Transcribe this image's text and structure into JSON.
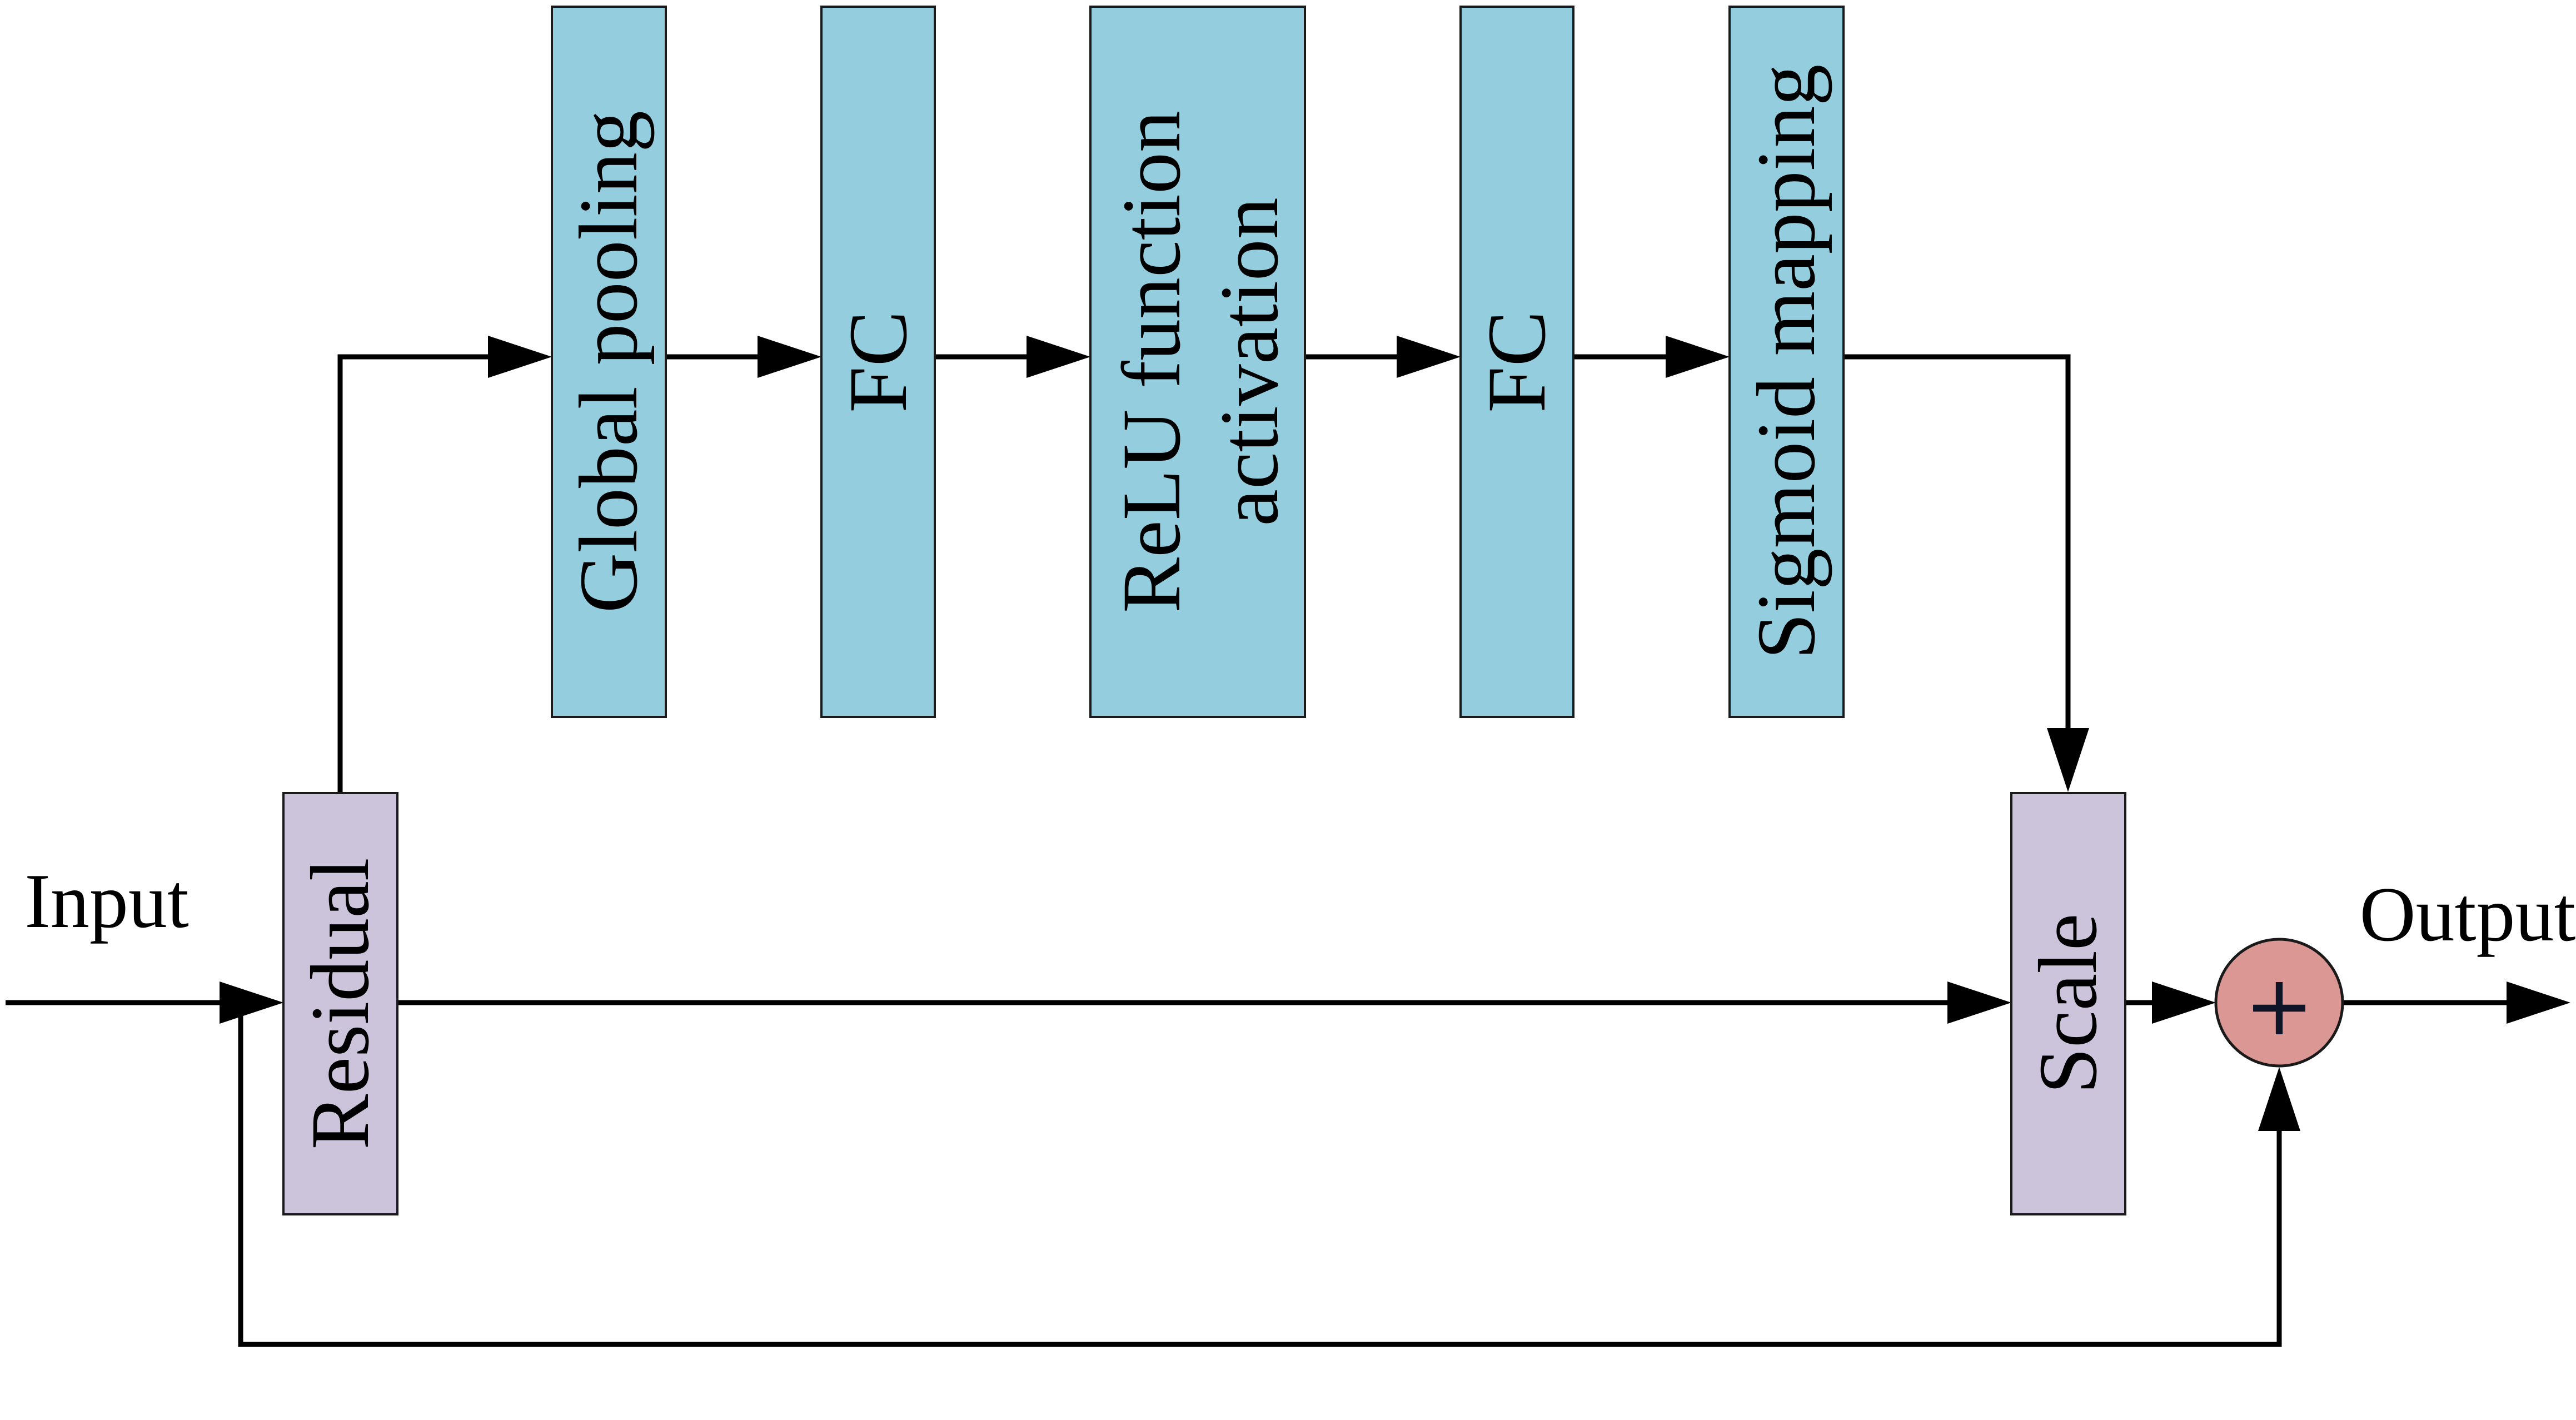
{
  "diagram": {
    "title_semantic": "squeeze-and-excitation residual block",
    "input_label": "Input",
    "output_label": "Output",
    "sum_symbol": "+",
    "colors": {
      "process_box_fill": "#94CEDE",
      "feature_box_fill": "#CCC4DB",
      "sum_node_fill": "#DB9793",
      "line_color": "#000000"
    },
    "top_boxes": [
      {
        "label": "Global pooling"
      },
      {
        "label": "FC"
      },
      {
        "label": "ReLU function",
        "label2": "activation"
      },
      {
        "label": "FC"
      },
      {
        "label": "Sigmoid mapping"
      }
    ],
    "bottom_boxes": [
      {
        "label": "Residual"
      },
      {
        "label": "Scale"
      }
    ]
  }
}
